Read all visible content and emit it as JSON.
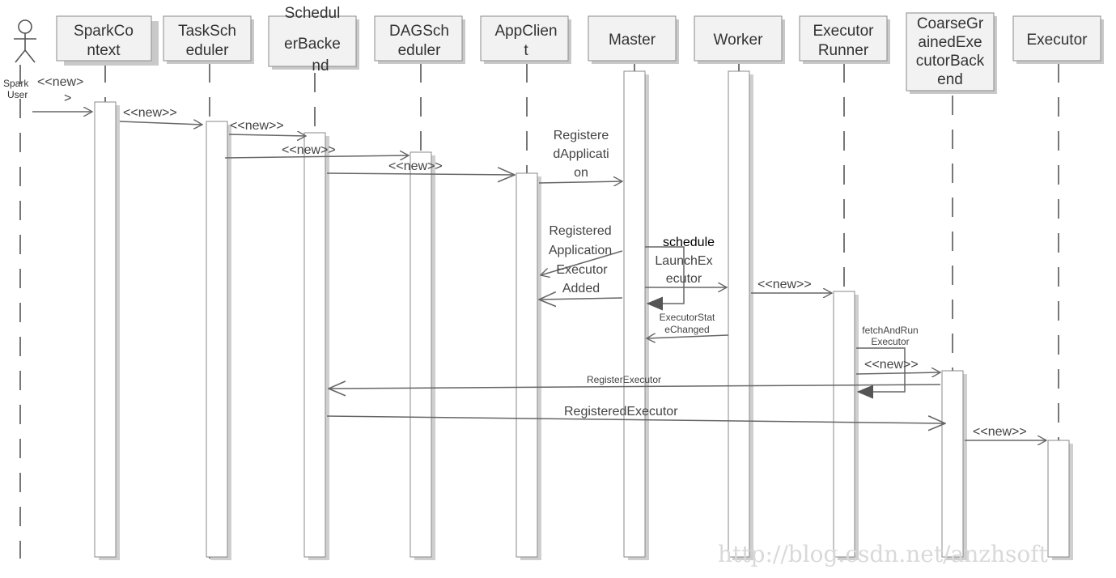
{
  "actors": [
    {
      "id": "user",
      "lines": [
        "Spark",
        "User"
      ]
    },
    {
      "id": "sparkcontext",
      "lines": [
        "SparkCo",
        "ntext"
      ]
    },
    {
      "id": "taskscheduler",
      "lines": [
        "TaskSch",
        "eduler"
      ]
    },
    {
      "id": "schedulerbackend",
      "lines": [
        "Schedul",
        "erBacke",
        "nd"
      ]
    },
    {
      "id": "dagscheduler",
      "lines": [
        "DAGSch",
        "eduler"
      ]
    },
    {
      "id": "appclient",
      "lines": [
        "AppClien",
        "t"
      ]
    },
    {
      "id": "master",
      "lines": [
        "Master"
      ]
    },
    {
      "id": "worker",
      "lines": [
        "Worker"
      ]
    },
    {
      "id": "executorrunner",
      "lines": [
        "Executor",
        "Runner"
      ]
    },
    {
      "id": "coarsegrained",
      "lines": [
        "CoarseGr",
        "ainedExe",
        "cutorBack",
        "end"
      ]
    },
    {
      "id": "executor",
      "lines": [
        "Executor"
      ]
    }
  ],
  "messages": {
    "new_user": [
      "<<new>",
      ">"
    ],
    "new_tasksched": "<<new>>",
    "new_schedbackend": "<<new>>",
    "new_dagsched_top": "<<new>>",
    "new_appclient": "<<new>>",
    "registerapp": [
      "Registere",
      "dApplicati",
      "on"
    ],
    "registeredapp": [
      "Registered",
      "Application"
    ],
    "executoradded": [
      "Executor",
      "Added"
    ],
    "schedule": "schedule",
    "launchexecutor": [
      "LaunchEx",
      "ecutor"
    ],
    "new_executorrunner": "<<new>>",
    "executorstatechanged": [
      "ExecutorStat",
      "eChanged"
    ],
    "fetchandrun": [
      "fetchAndRun",
      "Executor"
    ],
    "new_coarse": "<<new>>",
    "registerexecutor": "RegisterExecutor",
    "registeredexecutor": "RegisteredExecutor",
    "new_executor": "<<new>>"
  },
  "watermark": "http://blog.csdn.net/anzhsoft",
  "colors": {
    "box_fill": "#f2f2f2",
    "box_stroke": "#8a8a8a",
    "lifeline": "#777777",
    "arrow": "#666666",
    "shadow": "#c8c8c8"
  }
}
